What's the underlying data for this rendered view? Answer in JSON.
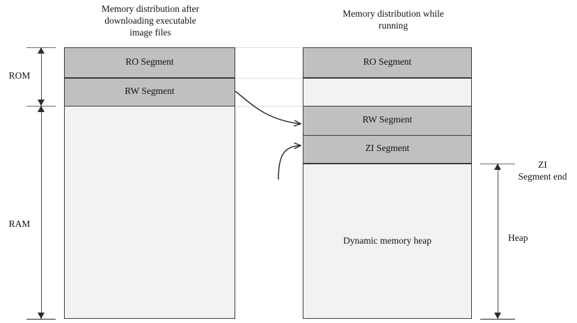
{
  "diagram": {
    "kind": "memory-layout-diagram",
    "left_panel": {
      "title": "Memory distribution after\ndownloading executable\nimage files",
      "segments": [
        {
          "name": "ro-segment",
          "label": "RO Segment",
          "fill": "#c0c0c0"
        },
        {
          "name": "rw-segment",
          "label": "RW Segment",
          "fill": "#c0c0c0"
        },
        {
          "name": "free-area",
          "label": "",
          "fill": "#f2f2f2"
        }
      ]
    },
    "right_panel": {
      "title": "Memory distribution while\nrunning",
      "segments": [
        {
          "name": "ro-segment",
          "label": "RO Segment",
          "fill": "#c0c0c0"
        },
        {
          "name": "gap-area",
          "label": "",
          "fill": "#f2f2f2"
        },
        {
          "name": "rw-segment",
          "label": "RW Segment",
          "fill": "#c0c0c0"
        },
        {
          "name": "zi-segment",
          "label": "ZI Segment",
          "fill": "#c0c0c0"
        },
        {
          "name": "dynamic-heap",
          "label": "Dynamic memory heap",
          "fill": "#f2f2f2"
        }
      ]
    },
    "left_dimensions": [
      {
        "name": "rom-dimension",
        "label": "ROM"
      },
      {
        "name": "ram-dimension",
        "label": "RAM"
      }
    ],
    "right_dimensions": [
      {
        "name": "zi-segment-end-marker",
        "label": "ZI\nSegment end"
      },
      {
        "name": "heap-dimension",
        "label": "Heap"
      }
    ],
    "connectors": [
      {
        "name": "rw-relocation-arrow",
        "from": "left-rw-segment",
        "to": "right-rw-segment"
      },
      {
        "name": "zi-creation-arrow",
        "from": "below",
        "to": "right-zi-segment"
      }
    ],
    "colors": {
      "segment_fill": "#c0c0c0",
      "free_fill": "#f2f2f2",
      "border": "#3a3a3a",
      "dotted_guide": "#b9b9b9",
      "arrow": "#2b2b2b",
      "text": "#111122"
    }
  }
}
